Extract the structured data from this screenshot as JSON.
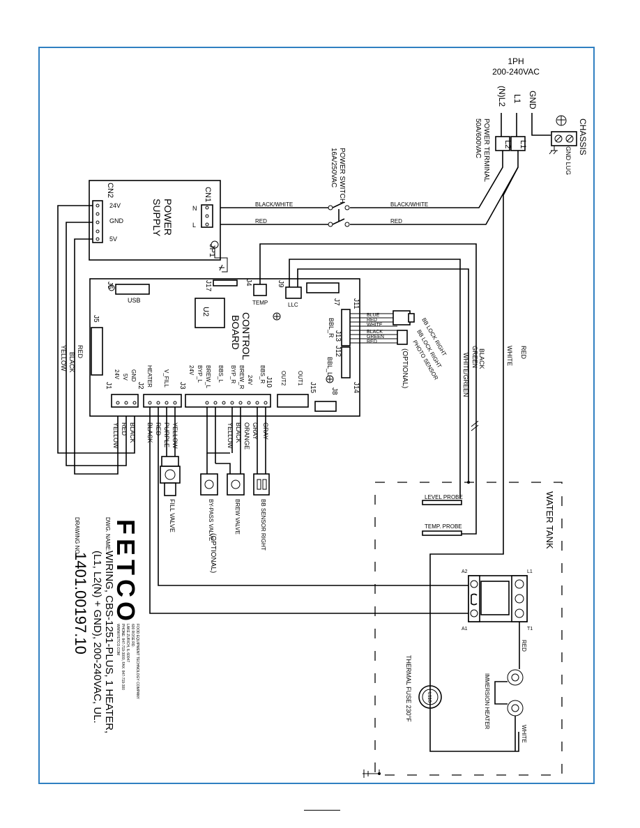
{
  "supply": {
    "phase": "1PH",
    "voltage": "200-240VAC",
    "gnd": "GND",
    "l1": "L1",
    "l2": "(N)L2",
    "terminal_l1": "L1",
    "terminal_l2": "L2",
    "terminal_label": "POWER TERMINAL",
    "terminal_rating": "50A/600VAC"
  },
  "chassis": {
    "title": "CHASSIS",
    "lug": "GND LUG"
  },
  "power_switch": {
    "title": "POWER SWITCH",
    "rating": "16A/250VAC"
  },
  "power_supply": {
    "title": "POWER",
    "title2": "SUPPLY",
    "cn1": "CN1",
    "cn2": "CN2",
    "n": "N",
    "l": "L",
    "v24": "24V",
    "gnd": "GND",
    "v5": "5V",
    "jp1": "JP1"
  },
  "wires": {
    "black_white_1": "BLACK/WHITE",
    "black_white_2": "BLACK/WHITE",
    "red_1": "RED",
    "red_2": "RED",
    "red_ps": "RED",
    "black_ps": "BLACK",
    "yellow_ps": "YELLOW",
    "black_v": "BLACK",
    "green_v": "GREEN",
    "white_green_v": "WHITE/GREEN",
    "white_v": "WHITE",
    "red_v": "RED"
  },
  "board": {
    "title": "CONTROL",
    "title2": "BOARD",
    "u2": "U2",
    "j6": "J6",
    "usb": "USB",
    "j5": "J5",
    "j17": "J17",
    "j4": "J4",
    "temp": "TEMP",
    "j9": "J9",
    "llc": "LLC",
    "j7": "J7",
    "j11": "J11",
    "bbl_r": "BBL_R",
    "j13": "J13",
    "j12": "J12",
    "bbl_l": "BBL_L",
    "j14": "J14",
    "j1": "J1",
    "j2": "J2",
    "j3": "J3",
    "j10": "J10",
    "j15": "J15",
    "j8": "J8",
    "j1_pins": [
      "24V",
      "5V",
      "GND"
    ],
    "j2_pins": [
      "HEATER",
      "V_FILL"
    ],
    "j3_pins": [
      "24V",
      "BYP_L",
      "BREW_L",
      "BBS_L",
      "BYP_R",
      "BREW_R",
      "24V",
      "BBS_R"
    ],
    "j15_pins": [
      "OUT2",
      "OUT1"
    ]
  },
  "bb_lock": {
    "colors": [
      "BLUE",
      "RED",
      "WHITE",
      "BLACK",
      "GREEN",
      "RED"
    ],
    "lock_right": "BB LOCK RIGHT",
    "lock_right2": "BB LOCK RIGHT",
    "photo_sensor": "PHOTO SENSOR",
    "optional": "(OPTIONAL)"
  },
  "bottom_wires": {
    "j1": [
      "YELLOW",
      "RED",
      "BLACK"
    ],
    "j2": [
      "BLACK",
      "RED",
      "PURPLE",
      "YELLOW"
    ],
    "j3": [
      "YELLOW",
      "BLACK",
      "ORANGE",
      "GRAY",
      "GRAY"
    ]
  },
  "valves": {
    "fill": "FILL VALVE",
    "bypass": "BY-PASS VALVE",
    "brew": "BREW VALVE",
    "sensor": "BB SENSOR RIGHT",
    "optional": "(OPTIONAL)"
  },
  "tank": {
    "title": "WATER TANK",
    "level_probe": "LEVEL PROBE",
    "temp_probe": "TEMP. PROBE",
    "relay_a1": "A1",
    "relay_a2": "A2",
    "relay_l1": "L1",
    "relay_t1": "T1",
    "red": "RED",
    "white": "WHITE",
    "heater": "IMMERSION HEATER",
    "fuse": "THERMAL FUSE 230°F",
    "fuse_code": "L110"
  },
  "title_block": {
    "brand": "FETCO",
    "company": "FOOD EQUIPMENT TECHNOLOGY COMPANY",
    "addr1": "600 ROSE RD.",
    "addr2": "LAKE ZURICH, IL 60047",
    "phone": "PHONE: 847-719-3000, FAX: 847-719-300",
    "web": "WWW.FETCO.COM",
    "dwg_label": "DWG. NAME:",
    "dwg_line1": "WIRING, CBS-1251-PLUS, 1 HEATER,",
    "dwg_line2": "(L1, L2(N) + GND), 200-240VAC, UL.",
    "drawing_label": "DRAWING NO.",
    "drawing_no": "1401.00197.10"
  }
}
